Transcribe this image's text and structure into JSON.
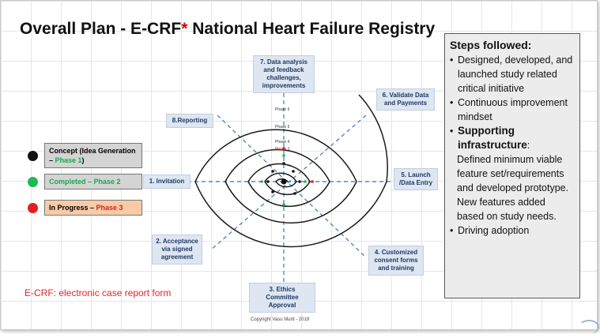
{
  "title": {
    "main": "Overall Plan - E-CRF",
    "star": "*",
    "rest": " National Heart Failure Registry"
  },
  "spiral_labels": {
    "s1": "1. Invitation",
    "s2": "2. Acceptance via signed agreement",
    "s3": "3. Ethics Committee Approval",
    "s4": "4. Customized consent forms and training",
    "s5": "5. Launch /Data Entry",
    "s6": "6. Validate Data and Payments",
    "s7": "7. Data analysis and feedback challenges, improvements",
    "s8": "8.Reporting"
  },
  "phases": {
    "p6": "Phase 6",
    "p5": "Phase 5",
    "p4": "Phase 4",
    "p3": "Phase 3"
  },
  "legend": {
    "concept_a": "Concept (Idea Generation – ",
    "concept_phase": "Phase 1",
    "concept_b": ")",
    "completed": "Completed – ",
    "completed_phase": "Phase 2",
    "inprogress": "In Progress – ",
    "inprogress_phase": "Phase 3"
  },
  "colors": {
    "black": "#111111",
    "green": "#1db954",
    "red": "#e02020",
    "phase_green": "#1aa84a",
    "phase_red": "#e02020"
  },
  "footnote": "E-CRF: electronic case report form",
  "copyright": "Copyright Vasu Murti - 2019",
  "steps": {
    "header": "Steps followed:",
    "b1": "Designed, developed, and launched study related critical initiative",
    "b2": "Continuous improvement mindset",
    "b3": "Supporting infrastructure",
    "b3_colon": ":",
    "b3_text": "Defined minimum viable feature set/requirements and developed prototype. New features added based on study needs.",
    "b4": "Driving adoption"
  }
}
